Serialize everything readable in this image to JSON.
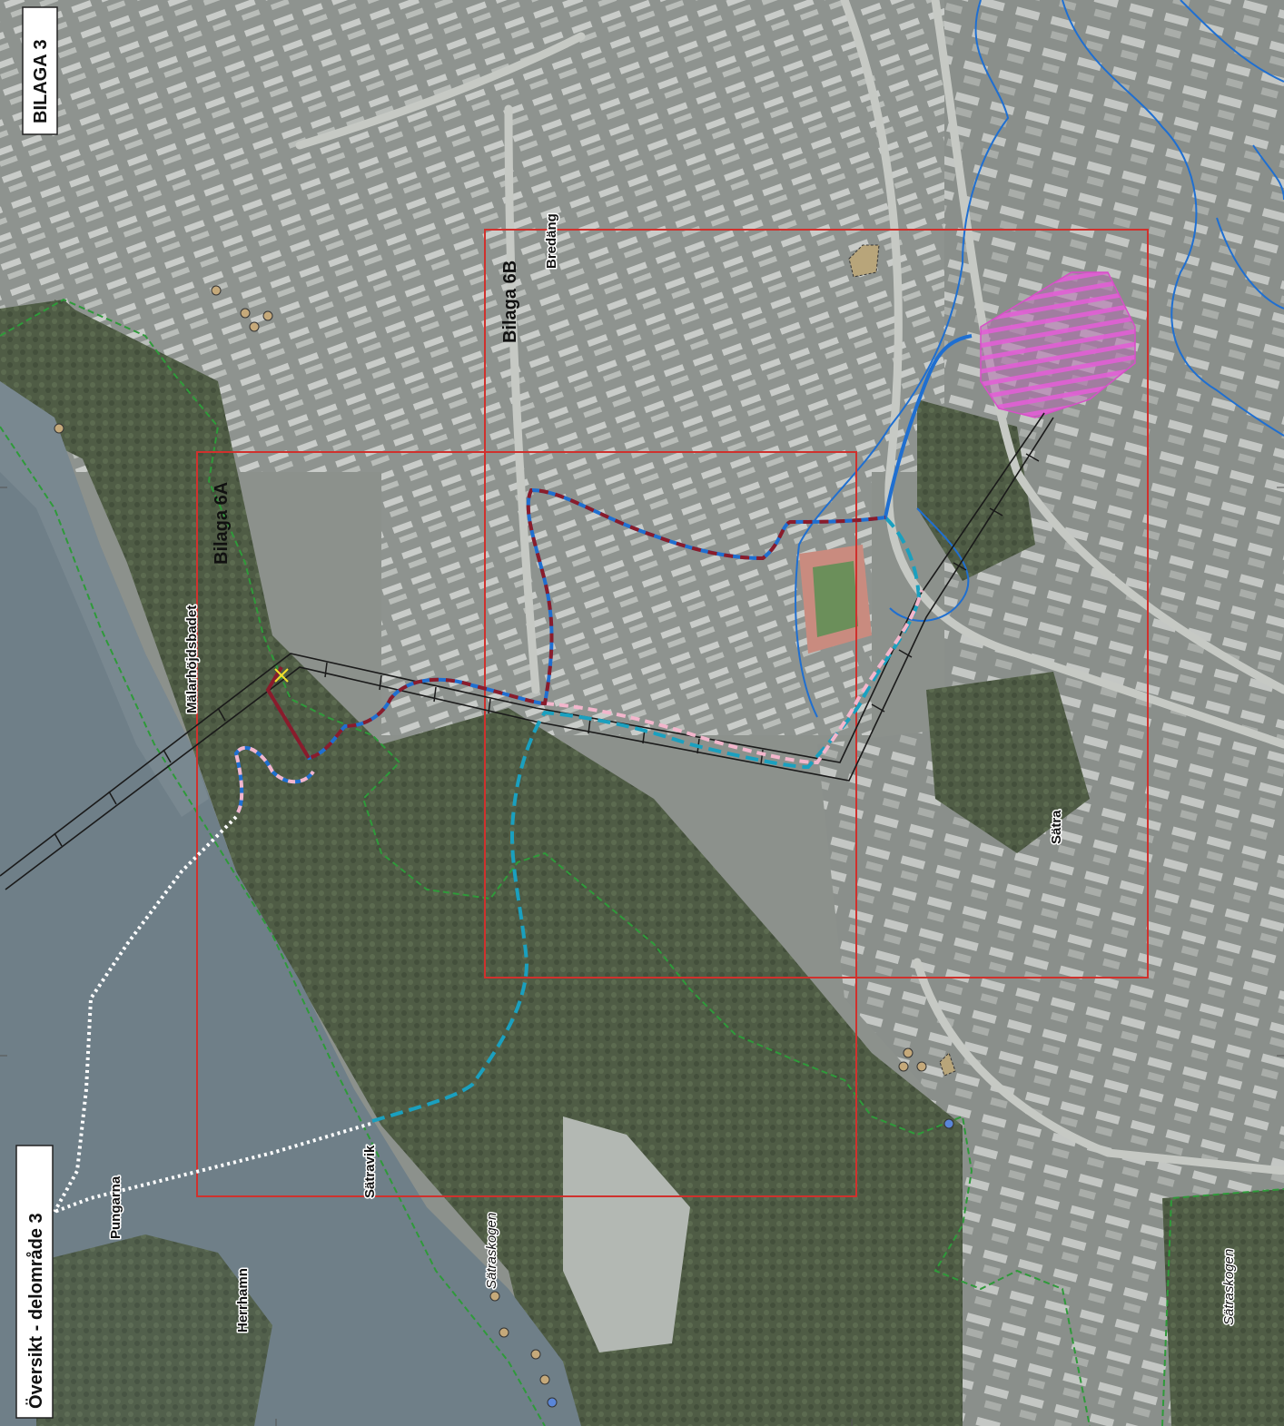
{
  "sheet": {
    "annex_label": "BILAGA 3",
    "overview_label": "Översikt - delområde 3"
  },
  "frames": {
    "bilaga_6a": "Bilaga 6A",
    "bilaga_6b": "Bilaga 6B"
  },
  "place_names": {
    "bredang": "Bredäng",
    "malarhojdsbadet": "Mälarhöjdsbadet",
    "satra": "Sätra",
    "satravik": "Sätravik",
    "sataskogen_south": "Sätraskogen",
    "sataskogen_east": "Sätraskogen",
    "pungarna": "Pungarna",
    "herrhamn": "Herrhamn"
  },
  "colors": {
    "frame_red": "#d0312d",
    "route_blue": "#1f6fd1",
    "route_darkred": "#8a1c2b",
    "route_pink": "#f3b6cc",
    "route_teal": "#1aa0bf",
    "boundary_green": "#2f9a3a",
    "tunnel_black": "#1a1a1a",
    "hatch_magenta": "#d84fc8",
    "water": "#6e7d86",
    "forest": "#4d5a43",
    "urban": "#8f948f"
  }
}
